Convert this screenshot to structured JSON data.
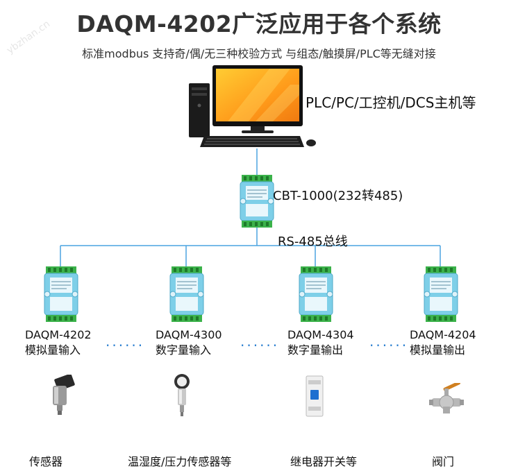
{
  "header": {
    "title": "DAQM-4202广泛应用于各个系统",
    "subtitle": "标准modbus 支持奇/偶/无三种校验方式  与组态/触摸屏/PLC等无缝对接"
  },
  "host": {
    "label": "PLC/PC/工控机/DCS主机等"
  },
  "converter": {
    "label": "CBT-1000(232转485)"
  },
  "bus": {
    "label": "RS-485总线"
  },
  "modules": [
    {
      "name": "DAQM-4202",
      "desc": "模拟量输入"
    },
    {
      "name": "DAQM-4300",
      "desc": "数字量输入"
    },
    {
      "name": "DAQM-4304",
      "desc": "数字量输出"
    },
    {
      "name": "DAQM-4204",
      "desc": "模拟量输出"
    }
  ],
  "separators": [
    "......",
    "......",
    "......"
  ],
  "devices": [
    {
      "label": "传感器",
      "icon": "pressure-sensor-icon"
    },
    {
      "label": "温湿度/压力传感器等",
      "icon": "pressure-gauge-icon"
    },
    {
      "label": "继电器开关等",
      "icon": "circuit-breaker-icon"
    },
    {
      "label": "阀门",
      "icon": "ball-valve-icon"
    }
  ],
  "colors": {
    "line": "#4aa3e0",
    "module_body": "#7ecfe8",
    "terminal": "#3bb24a",
    "dots": "#2a7fd0"
  }
}
